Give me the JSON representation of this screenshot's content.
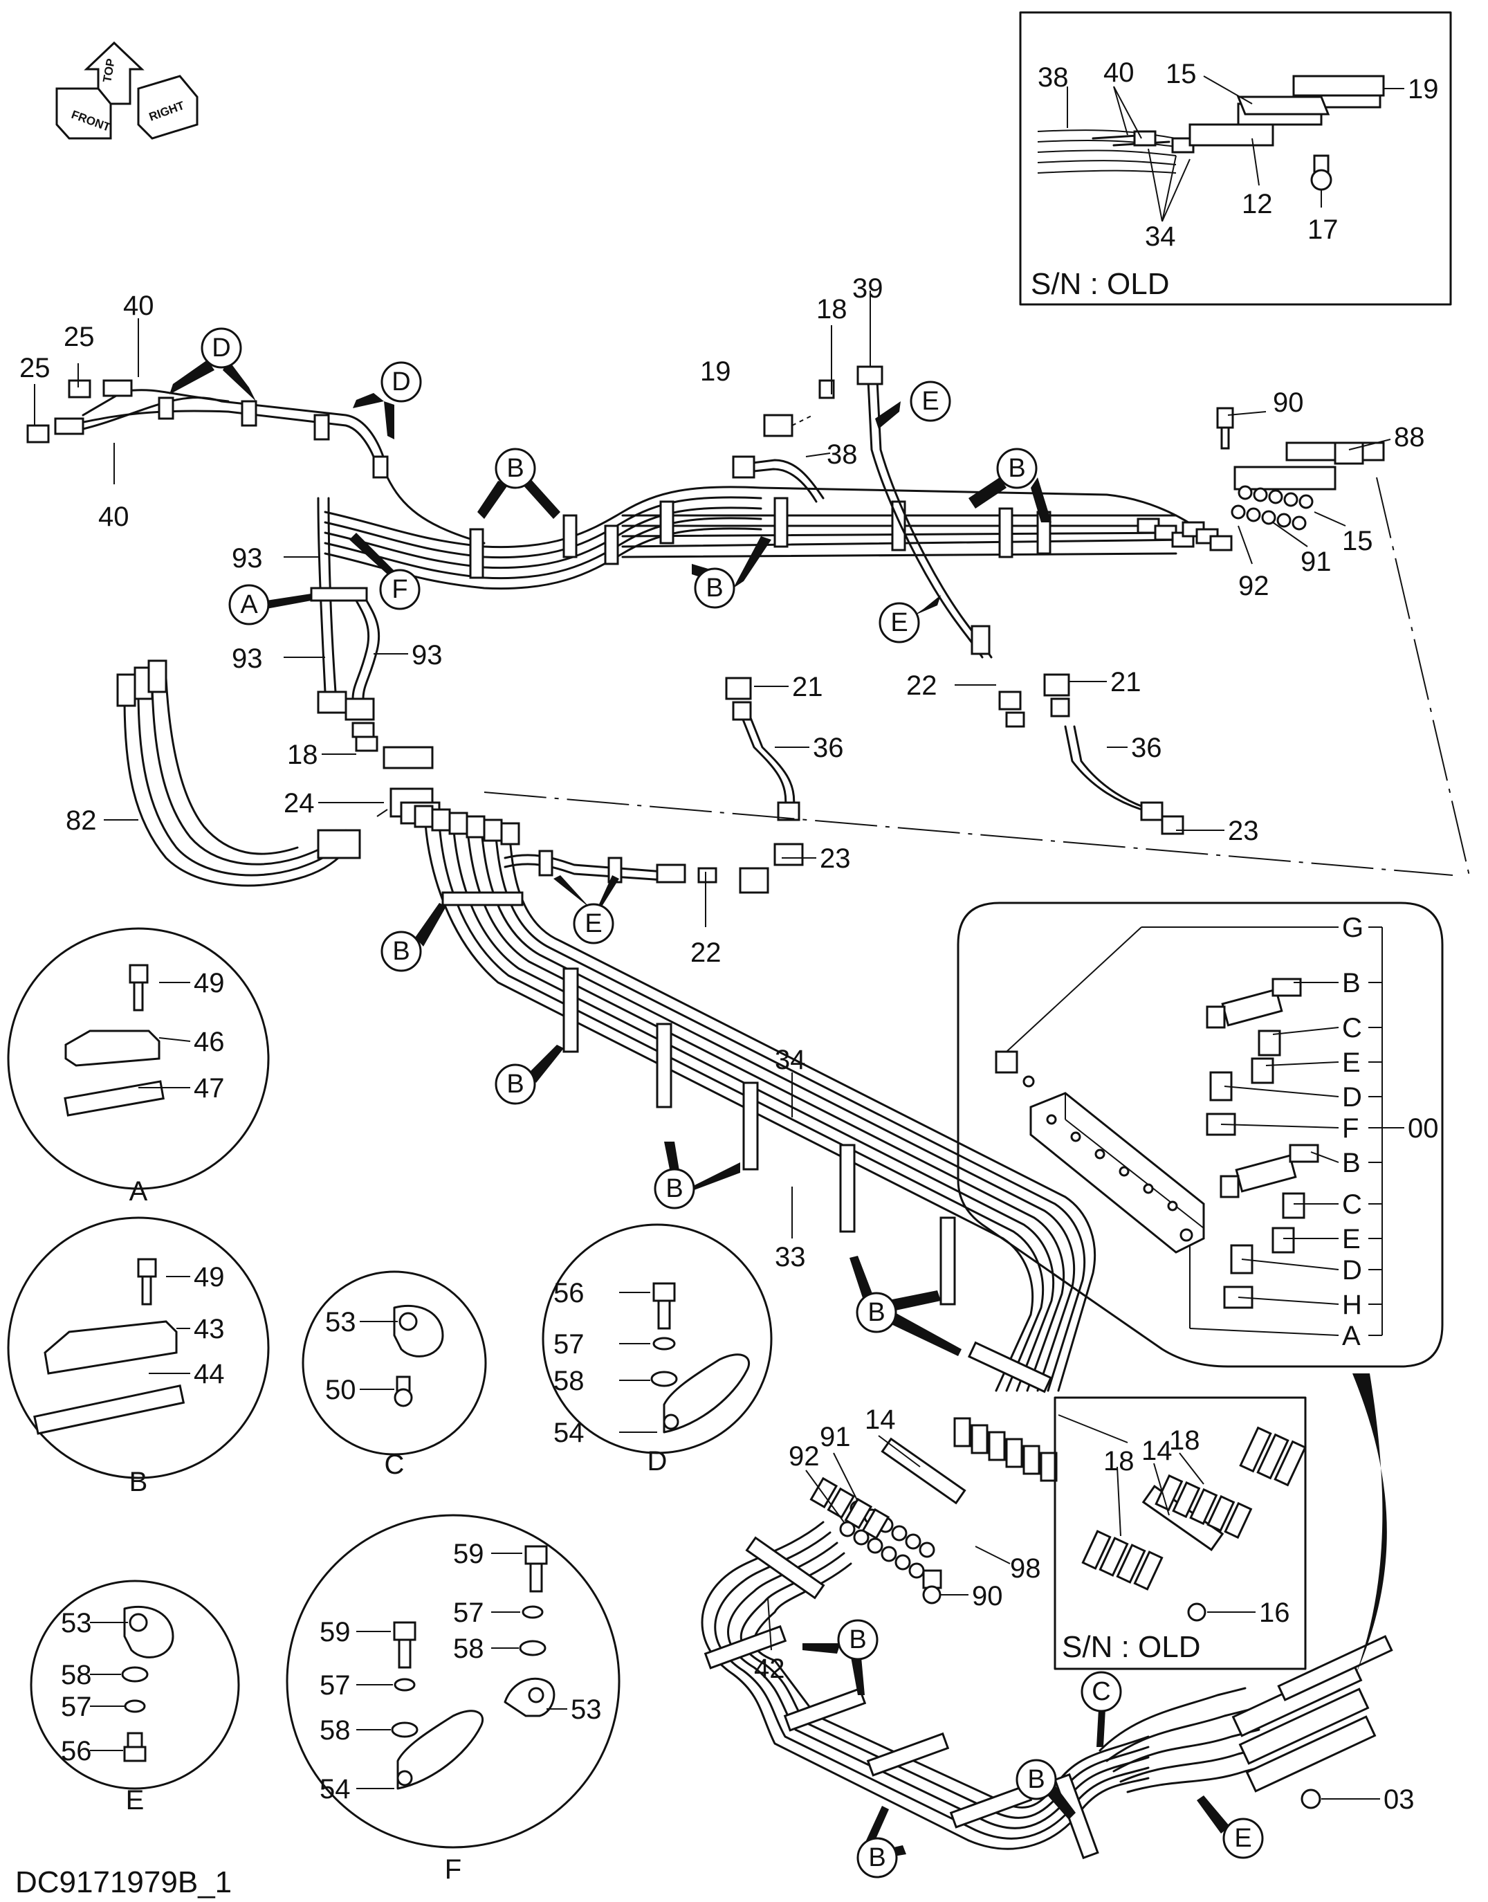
{
  "drawing_id": "DC9171979B_1",
  "orientation": {
    "top": "TOP",
    "front": "FRONT",
    "right": "RIGHT"
  },
  "insets": {
    "old_top": {
      "caption": "S/N : OLD"
    },
    "old_bottom": {
      "caption": "S/N : OLD"
    }
  },
  "detail_labels": {
    "A": "A",
    "B": "B",
    "C": "C",
    "D": "D",
    "E": "E",
    "F": "F"
  },
  "callouts": {
    "in38": "38",
    "in40": "40",
    "in15": "15",
    "in19": "19",
    "in34": "34",
    "in12": "12",
    "in17": "17",
    "m40a": "40",
    "m25a": "25",
    "m25b": "25",
    "m40b": "40",
    "m93a": "93",
    "m93b": "93",
    "m93c": "93",
    "m18a": "18",
    "m19": "19",
    "m18b": "18",
    "m39": "39",
    "m38": "38",
    "m90a": "90",
    "m88": "88",
    "m15": "15",
    "m91a": "91",
    "m92a": "92",
    "m22a": "22",
    "m21a": "21",
    "m36a": "36",
    "m21b": "21",
    "m36b": "36",
    "m23a": "23",
    "m23b": "23",
    "m22b": "22",
    "m24": "24",
    "m82": "82",
    "m34": "34",
    "m33": "33",
    "m42": "42",
    "m14": "14",
    "m91b": "91",
    "m92b": "92",
    "m98": "98",
    "m90b": "90",
    "m03": "03",
    "dA49": "49",
    "dA46": "46",
    "dA47": "47",
    "dB49": "49",
    "dB43": "43",
    "dB44": "44",
    "dC53": "53",
    "dC50": "50",
    "dD56": "56",
    "dD57": "57",
    "dD58": "58",
    "dD54": "54",
    "dE53": "53",
    "dE58": "58",
    "dE57": "57",
    "dE56": "56",
    "dF59a": "59",
    "dF57a": "57",
    "dF58a": "58",
    "dF53": "53",
    "dF59b": "59",
    "dF57b": "57",
    "dF58b": "58",
    "dF54": "54",
    "ib18a": "18",
    "ib14": "14",
    "ib18b": "18",
    "ib16": "16",
    "v00": "00"
  },
  "valve_ports": {
    "G": "G",
    "B1": "B",
    "C1": "C",
    "E1": "E",
    "D1": "D",
    "F": "F",
    "B2": "B",
    "C2": "C",
    "E2": "E",
    "D2": "D",
    "H": "H",
    "A": "A"
  },
  "bubbles": {
    "D1": "D",
    "D2": "D",
    "B1": "B",
    "B2": "B",
    "B3": "B",
    "A": "A",
    "F": "F",
    "E1": "E",
    "E2": "E",
    "E3": "E",
    "B4": "B",
    "B5": "B",
    "B6": "B",
    "B7": "B",
    "B8": "B",
    "B9": "B",
    "B10": "B",
    "C": "C",
    "E4": "E"
  }
}
